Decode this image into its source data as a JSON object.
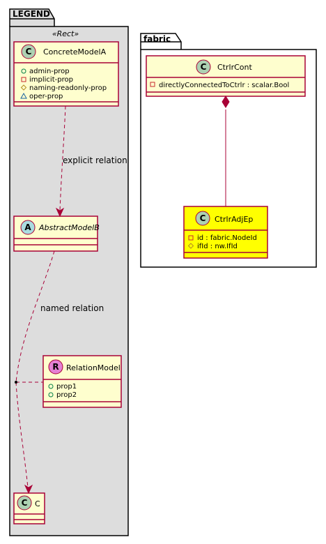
{
  "packages": {
    "legend": {
      "title": "LEGEND",
      "stereotype": "«Rect»"
    },
    "fabric": {
      "title": "fabric"
    }
  },
  "classes": {
    "concrete_model_a": {
      "badge": "C",
      "name": "ConcreteModelA",
      "attributes": [
        {
          "visibility": "+",
          "name": "admin-prop"
        },
        {
          "visibility": "-",
          "name": "implicit-prop"
        },
        {
          "visibility": "#",
          "name": "naming-readonly-prop"
        },
        {
          "visibility": "~",
          "name": "oper-prop"
        }
      ]
    },
    "abstract_model_b": {
      "badge": "A",
      "name": "AbstractModelB",
      "attributes": []
    },
    "relation_model": {
      "badge": "R",
      "name": "RelationModel",
      "attributes": [
        {
          "visibility": "+",
          "name": "prop1"
        },
        {
          "visibility": "+",
          "name": "prop2"
        }
      ]
    },
    "c": {
      "badge": "C",
      "name": "C",
      "attributes": []
    },
    "ctrlr_cont": {
      "badge": "C",
      "name": "CtrlrCont",
      "attributes": [
        {
          "visibility": "-",
          "name": "directlyConnectedToCtrlr : scalar.Bool"
        }
      ]
    },
    "ctrlr_adj_ep": {
      "badge": "C",
      "name": "CtrlrAdjEp",
      "attributes": [
        {
          "visibility": "-",
          "name": "id : fabric.NodeId"
        },
        {
          "visibility": "#",
          "name": "ifId : nw.IfId"
        }
      ]
    }
  },
  "relations": {
    "explicit": {
      "label": "explicit relation"
    },
    "named": {
      "label": "named relation"
    }
  },
  "colors": {
    "class_fill": "#fefece",
    "highlight_fill": "#ffff00",
    "border": "#a80036",
    "package_fill": "#dddddd",
    "badge_c": "#add1b2",
    "badge_a": "#a9dcdf",
    "badge_r": "#e481d5"
  }
}
